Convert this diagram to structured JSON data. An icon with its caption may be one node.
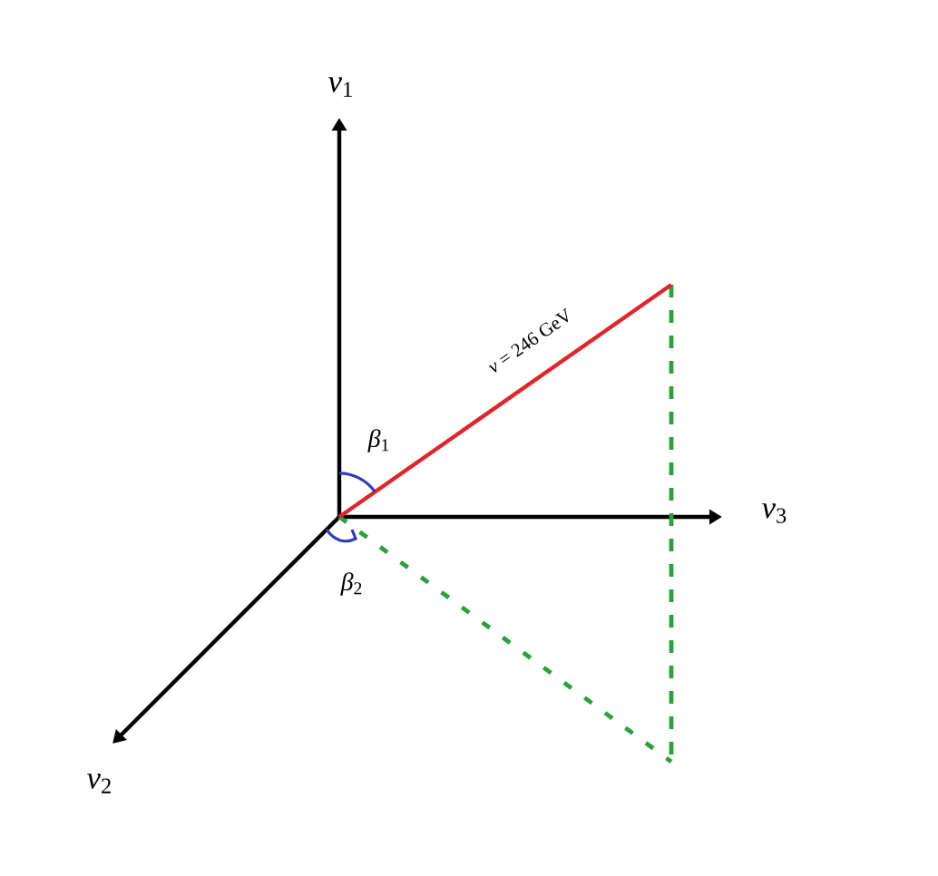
{
  "diagram": {
    "labels": [
      "*v*$_{1}$",
      "*v*$_{3}$",
      "*v*$_{2}$",
      "*β*$_{1}$",
      "*β*$_{2}$",
      "*v* = 246 GeV"
    ]
  }
}
